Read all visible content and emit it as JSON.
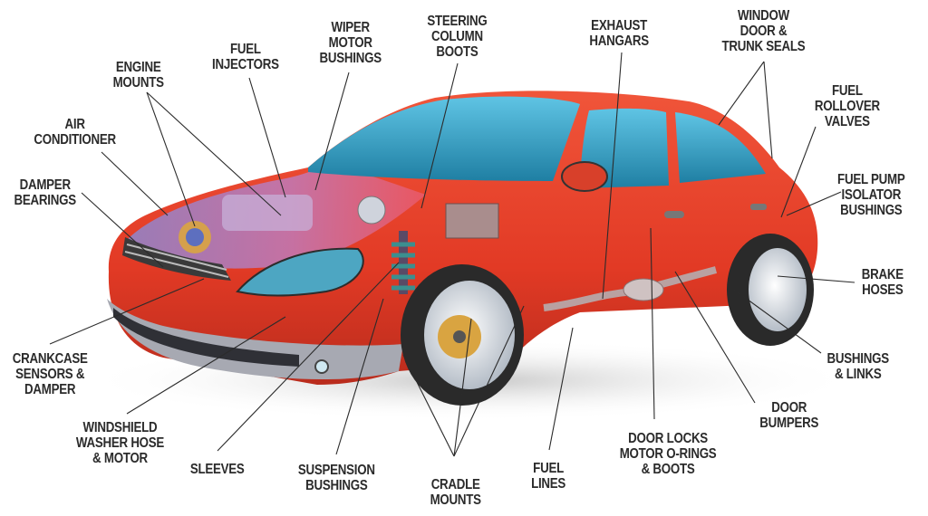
{
  "diagram": {
    "subject": "Automobile component locations",
    "colors": {
      "body": "#e8402a",
      "body_shadow": "#b32a1c",
      "hood_transparent": "#9a86c8",
      "glass": "#2fa3c4",
      "bumper_gray": "#9a9aa3",
      "tire": "#2a2a2a",
      "rim": "#d9dde3",
      "rotor": "#d9a441",
      "label_text": "#2b2b2b",
      "leader_line": "#2b2b2b"
    },
    "labels": [
      {
        "id": "engine-mounts",
        "lines": [
          "ENGINE",
          "MOUNTS"
        ]
      },
      {
        "id": "fuel-injectors",
        "lines": [
          "FUEL",
          "INJECTORS"
        ]
      },
      {
        "id": "wiper-motor-bushings",
        "lines": [
          "WIPER",
          "MOTOR",
          "BUSHINGS"
        ]
      },
      {
        "id": "steering-column-boots",
        "lines": [
          "STEERING",
          "COLUMN",
          "BOOTS"
        ]
      },
      {
        "id": "exhaust-hangars",
        "lines": [
          "EXHAUST",
          "HANGARS"
        ]
      },
      {
        "id": "window-door-trunk-seals",
        "lines": [
          "WINDOW",
          "DOOR &",
          "TRUNK SEALS"
        ]
      },
      {
        "id": "fuel-rollover-valves",
        "lines": [
          "FUEL",
          "ROLLOVER",
          "VALVES"
        ]
      },
      {
        "id": "fuel-pump-isolator-bushings",
        "lines": [
          "FUEL PUMP",
          "ISOLATOR",
          "BUSHINGS"
        ]
      },
      {
        "id": "air-conditioner",
        "lines": [
          "AIR",
          "CONDITIONER"
        ]
      },
      {
        "id": "damper-bearings",
        "lines": [
          "DAMPER",
          "BEARINGS"
        ]
      },
      {
        "id": "brake-hoses",
        "lines": [
          "BRAKE",
          "HOSES"
        ]
      },
      {
        "id": "crankcase-sensors-damper",
        "lines": [
          "CRANKCASE",
          "SENSORS &",
          "DAMPER"
        ]
      },
      {
        "id": "bushings-links",
        "lines": [
          "BUSHINGS",
          "& LINKS"
        ]
      },
      {
        "id": "windshield-washer-hose-motor",
        "lines": [
          "WINDSHIELD",
          "WASHER HOSE",
          "& MOTOR"
        ]
      },
      {
        "id": "door-bumpers",
        "lines": [
          "DOOR",
          "BUMPERS"
        ]
      },
      {
        "id": "sleeves",
        "lines": [
          "SLEEVES"
        ]
      },
      {
        "id": "suspension-bushings",
        "lines": [
          "SUSPENSION",
          "BUSHINGS"
        ]
      },
      {
        "id": "cradle-mounts",
        "lines": [
          "CRADLE",
          "MOUNTS"
        ]
      },
      {
        "id": "fuel-lines",
        "lines": [
          "FUEL",
          "LINES"
        ]
      },
      {
        "id": "door-locks-motor-orings-boots",
        "lines": [
          "DOOR LOCKS",
          "MOTOR O-RINGS",
          "& BOOTS"
        ]
      }
    ]
  }
}
